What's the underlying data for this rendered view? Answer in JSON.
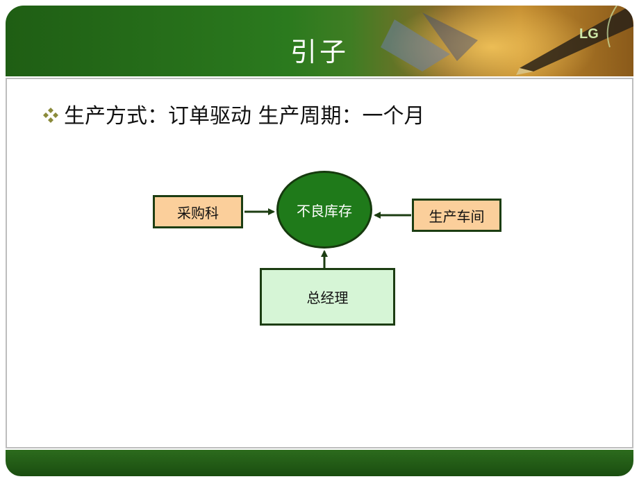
{
  "header": {
    "title": "引子",
    "logo_text": "LG"
  },
  "bullet": {
    "icon": "diamond-bullet-icon",
    "text": "生产方式：订单驱动  生产周期：一个月"
  },
  "diagram": {
    "center_node": "不良库存",
    "left_node": "采购科",
    "right_node": "生产车间",
    "bottom_node": "总经理"
  },
  "colors": {
    "header_green": "#1f5e14",
    "center_fill": "#1f7a1a",
    "orange_box": "#fbcf9b",
    "green_box": "#d6f5d6",
    "border_dark": "#1c3d12"
  }
}
